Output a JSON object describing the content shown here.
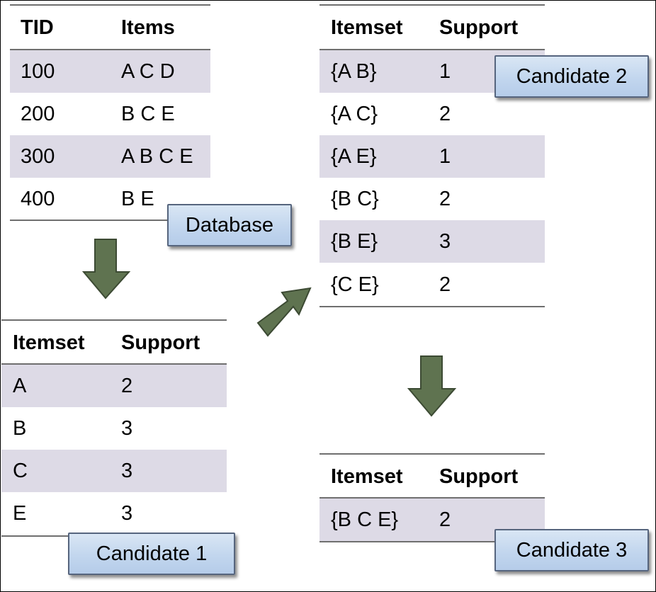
{
  "colors": {
    "shaded_row": "#dddae6",
    "rule": "#6f6f6f",
    "arrow_fill": "#5f7350",
    "arrow_stroke": "#3c4a33",
    "callout_fill": "#c2d6ee",
    "callout_border": "#56657e"
  },
  "database": {
    "label": "Database",
    "headers": [
      "TID",
      "Items"
    ],
    "rows": [
      [
        "100",
        "A C D"
      ],
      [
        "200",
        "B C E"
      ],
      [
        "300",
        "A B C E"
      ],
      [
        "400",
        "B E"
      ]
    ]
  },
  "candidate1": {
    "label": "Candidate 1",
    "headers": [
      "Itemset",
      "Support"
    ],
    "rows": [
      [
        "A",
        "2"
      ],
      [
        "B",
        "3"
      ],
      [
        "C",
        "3"
      ],
      [
        "E",
        "3"
      ]
    ]
  },
  "candidate2": {
    "label": "Candidate 2",
    "headers": [
      "Itemset",
      "Support"
    ],
    "rows": [
      [
        "{A B}",
        "1"
      ],
      [
        "{A C}",
        "2"
      ],
      [
        "{A E}",
        "1"
      ],
      [
        "{B C}",
        "2"
      ],
      [
        "{B E}",
        "3"
      ],
      [
        "{C E}",
        "2"
      ]
    ]
  },
  "candidate3": {
    "label": "Candidate 3",
    "headers": [
      "Itemset",
      "Support"
    ],
    "rows": [
      [
        "{B C E}",
        "2"
      ]
    ]
  },
  "arrows": [
    "down-arrow-icon",
    "up-right-arrow-icon",
    "down-arrow-icon"
  ]
}
